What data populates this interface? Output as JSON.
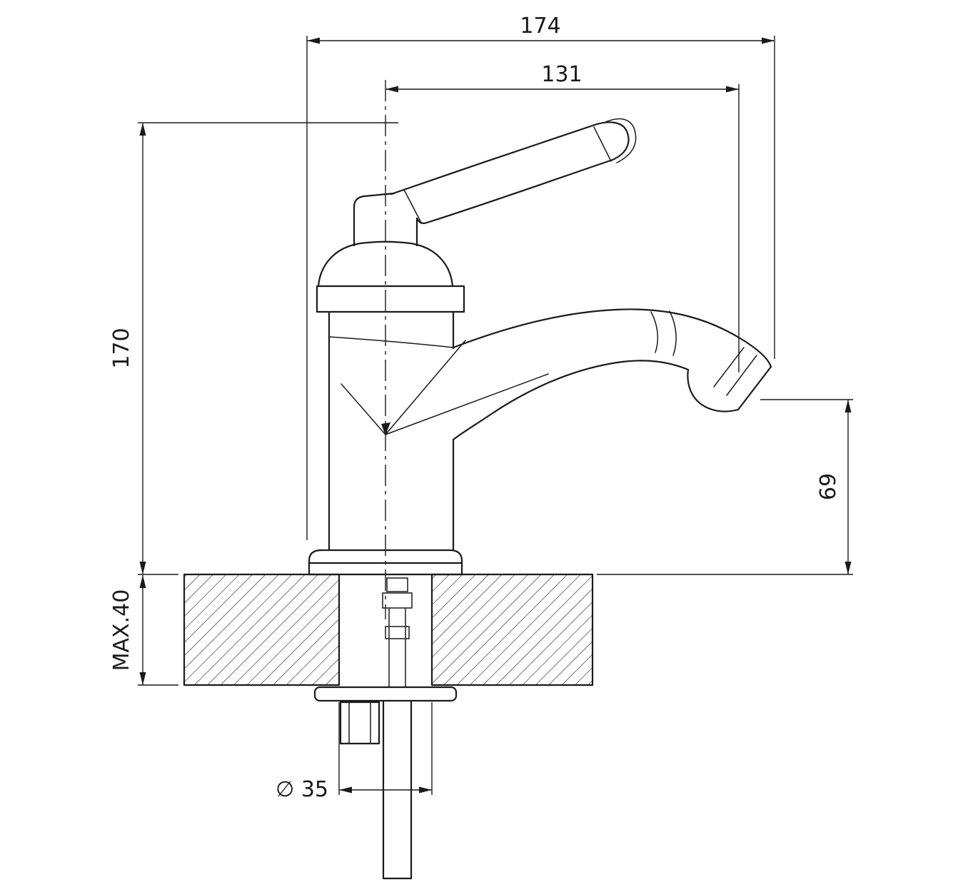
{
  "colors": {
    "line": "#1a1a1a",
    "background": "#ffffff"
  },
  "dims": {
    "overall_width": "174",
    "spout_reach": "131",
    "height_above_deck": "170",
    "outlet_height": "69",
    "max_deck_thickness": "MAX.40",
    "hole_diameter": "∅ 35"
  }
}
